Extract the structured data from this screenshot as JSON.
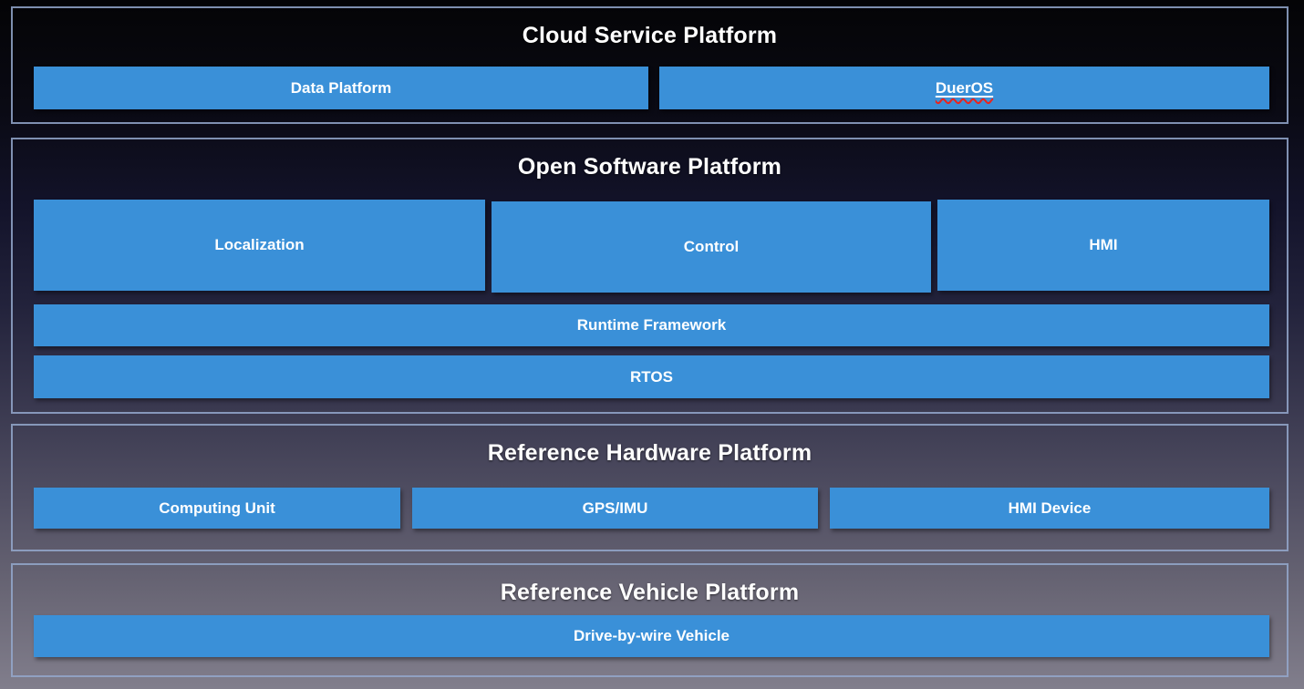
{
  "colors": {
    "accent_blue": "#3a90d8",
    "section_border": "#94a8cd",
    "title_text": "#ffffff",
    "box_text": "#ffffff",
    "squiggle_red": "#e8251f",
    "background_top": "#040406",
    "background_bottom": "#817e8c"
  },
  "sections": [
    {
      "title": "Cloud Service Platform",
      "boxes": [
        {
          "label": "Data Platform"
        },
        {
          "label": "DuerOS"
        }
      ]
    },
    {
      "title": "Open Software Platform",
      "boxes": [
        {
          "label": "Localization"
        },
        {
          "label": "Control"
        },
        {
          "label": "HMI"
        },
        {
          "label": "Runtime Framework"
        },
        {
          "label": "RTOS"
        }
      ]
    },
    {
      "title": "Reference Hardware Platform",
      "boxes": [
        {
          "label": "Computing Unit"
        },
        {
          "label": "GPS/IMU"
        },
        {
          "label": "HMI Device"
        }
      ]
    },
    {
      "title": "Reference Vehicle Platform",
      "boxes": [
        {
          "label": "Drive-by-wire Vehicle"
        }
      ]
    }
  ]
}
